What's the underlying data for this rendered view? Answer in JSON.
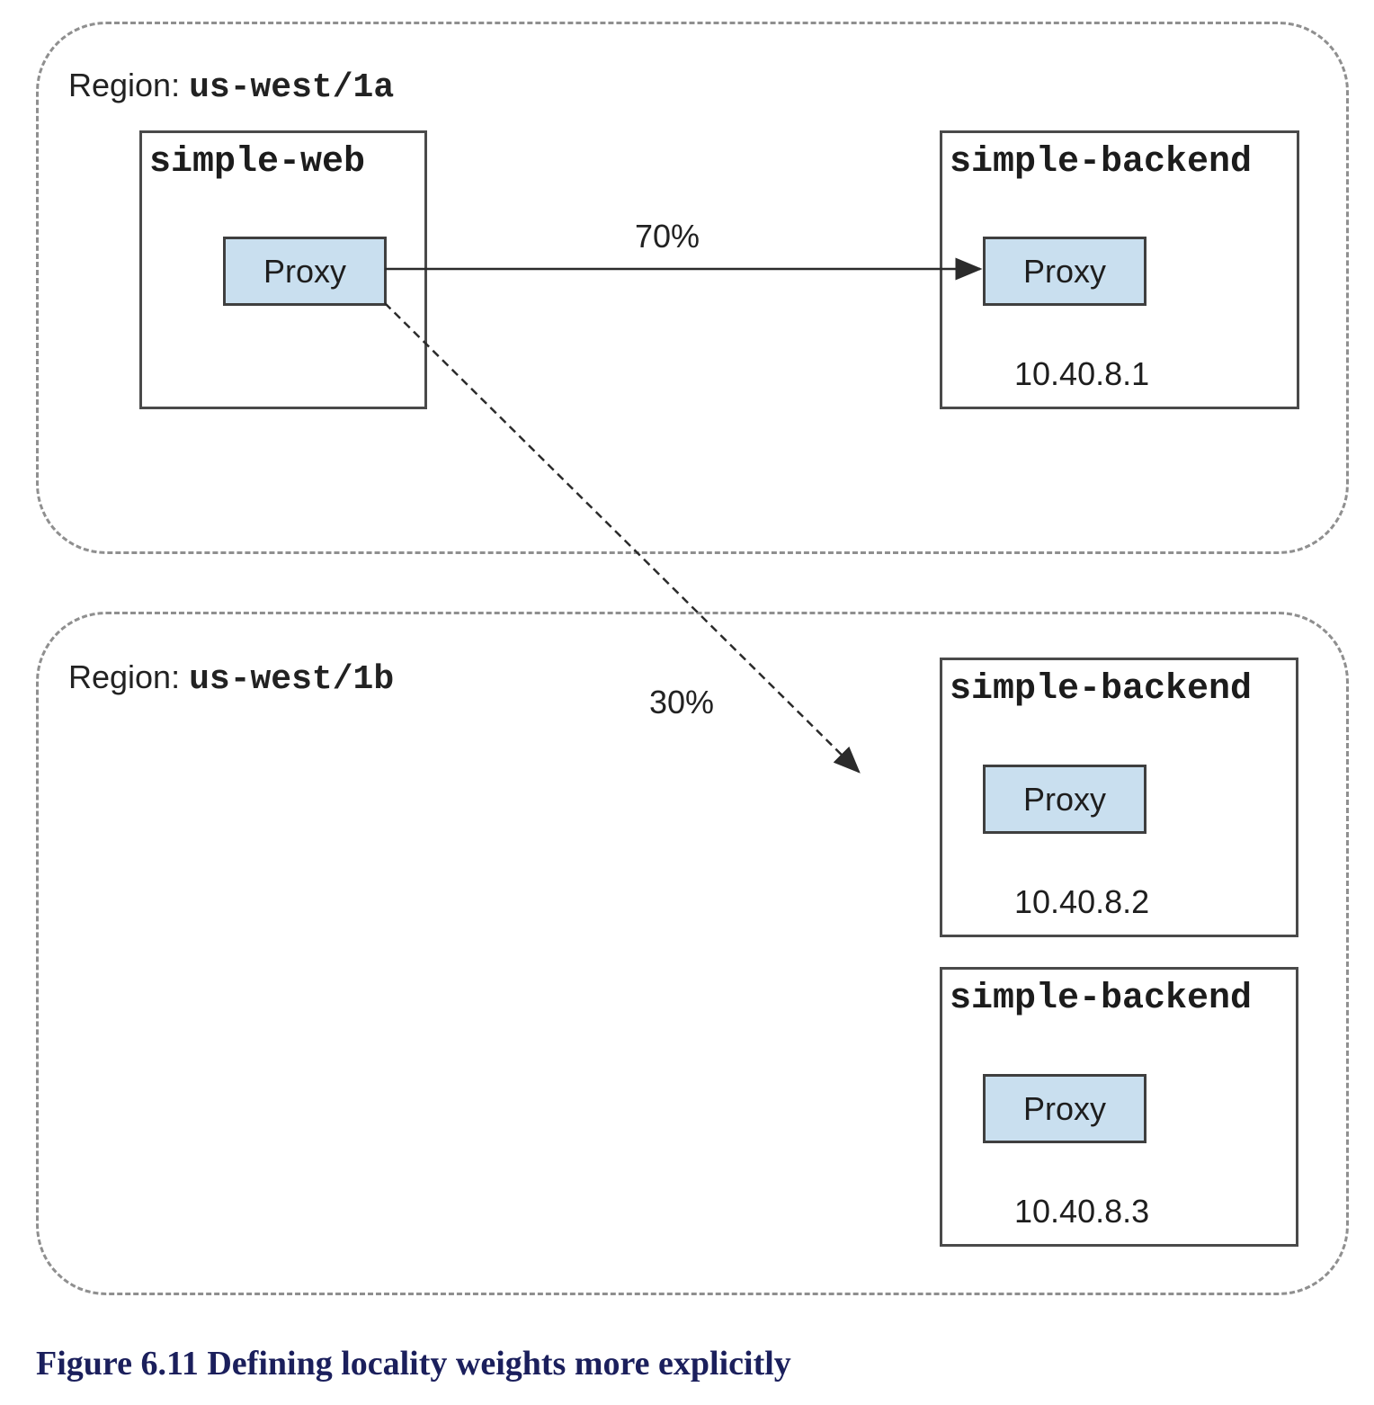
{
  "regions": [
    {
      "label_prefix": "Region: ",
      "name": "us-west/1a"
    },
    {
      "label_prefix": "Region: ",
      "name": "us-west/1b"
    }
  ],
  "services": {
    "web": {
      "title": "simple-web",
      "proxy": "Proxy"
    },
    "backend_1": {
      "title": "simple-backend",
      "proxy": "Proxy",
      "ip": "10.40.8.1"
    },
    "backend_2": {
      "title": "simple-backend",
      "proxy": "Proxy",
      "ip": "10.40.8.2"
    },
    "backend_3": {
      "title": "simple-backend",
      "proxy": "Proxy",
      "ip": "10.40.8.3"
    }
  },
  "traffic": {
    "local_weight": "70%",
    "remote_weight": "30%"
  },
  "colors": {
    "proxy_fill": "#c9dfef",
    "caption": "#1b1f5c",
    "region_border": "#8f8f8f"
  },
  "caption": "Figure 6.11 Defining locality weights more explicitly"
}
